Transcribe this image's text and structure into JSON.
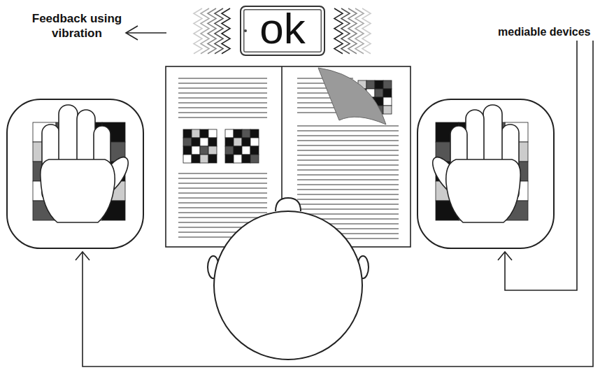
{
  "diagram": {
    "nodes": [
      {
        "text": [
          "ok"
        ]
      }
    ],
    "labels": [
      "Feedback using vibration",
      "mediable devices"
    ]
  }
}
